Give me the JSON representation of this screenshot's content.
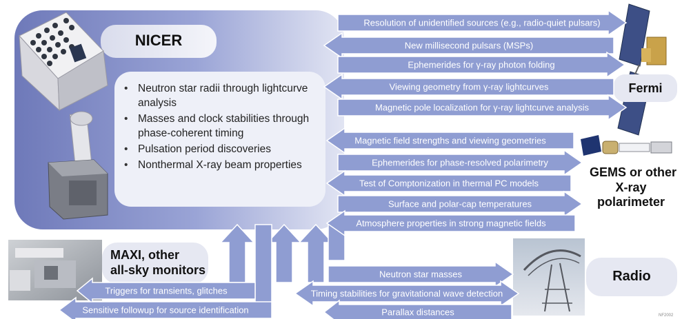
{
  "nicer_title": "NICER",
  "nicer_bullets": [
    "Neutron star radii through lightcurve analysis",
    "Masses and clock stabilities through phase-coherent timing",
    "Pulsation period discoveries",
    "Nonthermal X-ray beam properties"
  ],
  "fermi": {
    "label": "Fermi",
    "arrows": [
      "Resolution of unidentified sources (e.g., radio-quiet pulsars)",
      "New millisecond pulsars (MSPs)",
      "Ephemerides for γ-ray photon folding",
      "Viewing geometry from γ-ray lightcurves",
      "Magnetic pole localization for γ-ray lightcurve analysis"
    ]
  },
  "gems": {
    "label_line1": "GEMS or other",
    "label_line2": "X-ray polarimeter",
    "arrows": [
      "Magnetic field strengths and viewing geometries",
      "Ephemerides for phase-resolved polarimetry",
      "Test of Comptonization in thermal PC models",
      "Surface and polar-cap temperatures",
      "Atmosphere properties in strong magnetic fields"
    ]
  },
  "maxi": {
    "label_line1": "MAXI, other",
    "label_line2": "all-sky monitors",
    "arrows": [
      "Triggers for transients, glitches",
      "Sensitive followup for source  identification"
    ]
  },
  "radio": {
    "label": "Radio",
    "arrows": [
      "Neutron star masses",
      "Timing stabilities for gravitational wave detection",
      "Parallax distances"
    ]
  },
  "colors": {
    "arrow_fill": "#8f9dd2",
    "arrow_stroke": "#ffffff",
    "panel_dark": "#7d88c4",
    "panel_light": "#eef0f8",
    "label_box": "#e6e8f2"
  }
}
